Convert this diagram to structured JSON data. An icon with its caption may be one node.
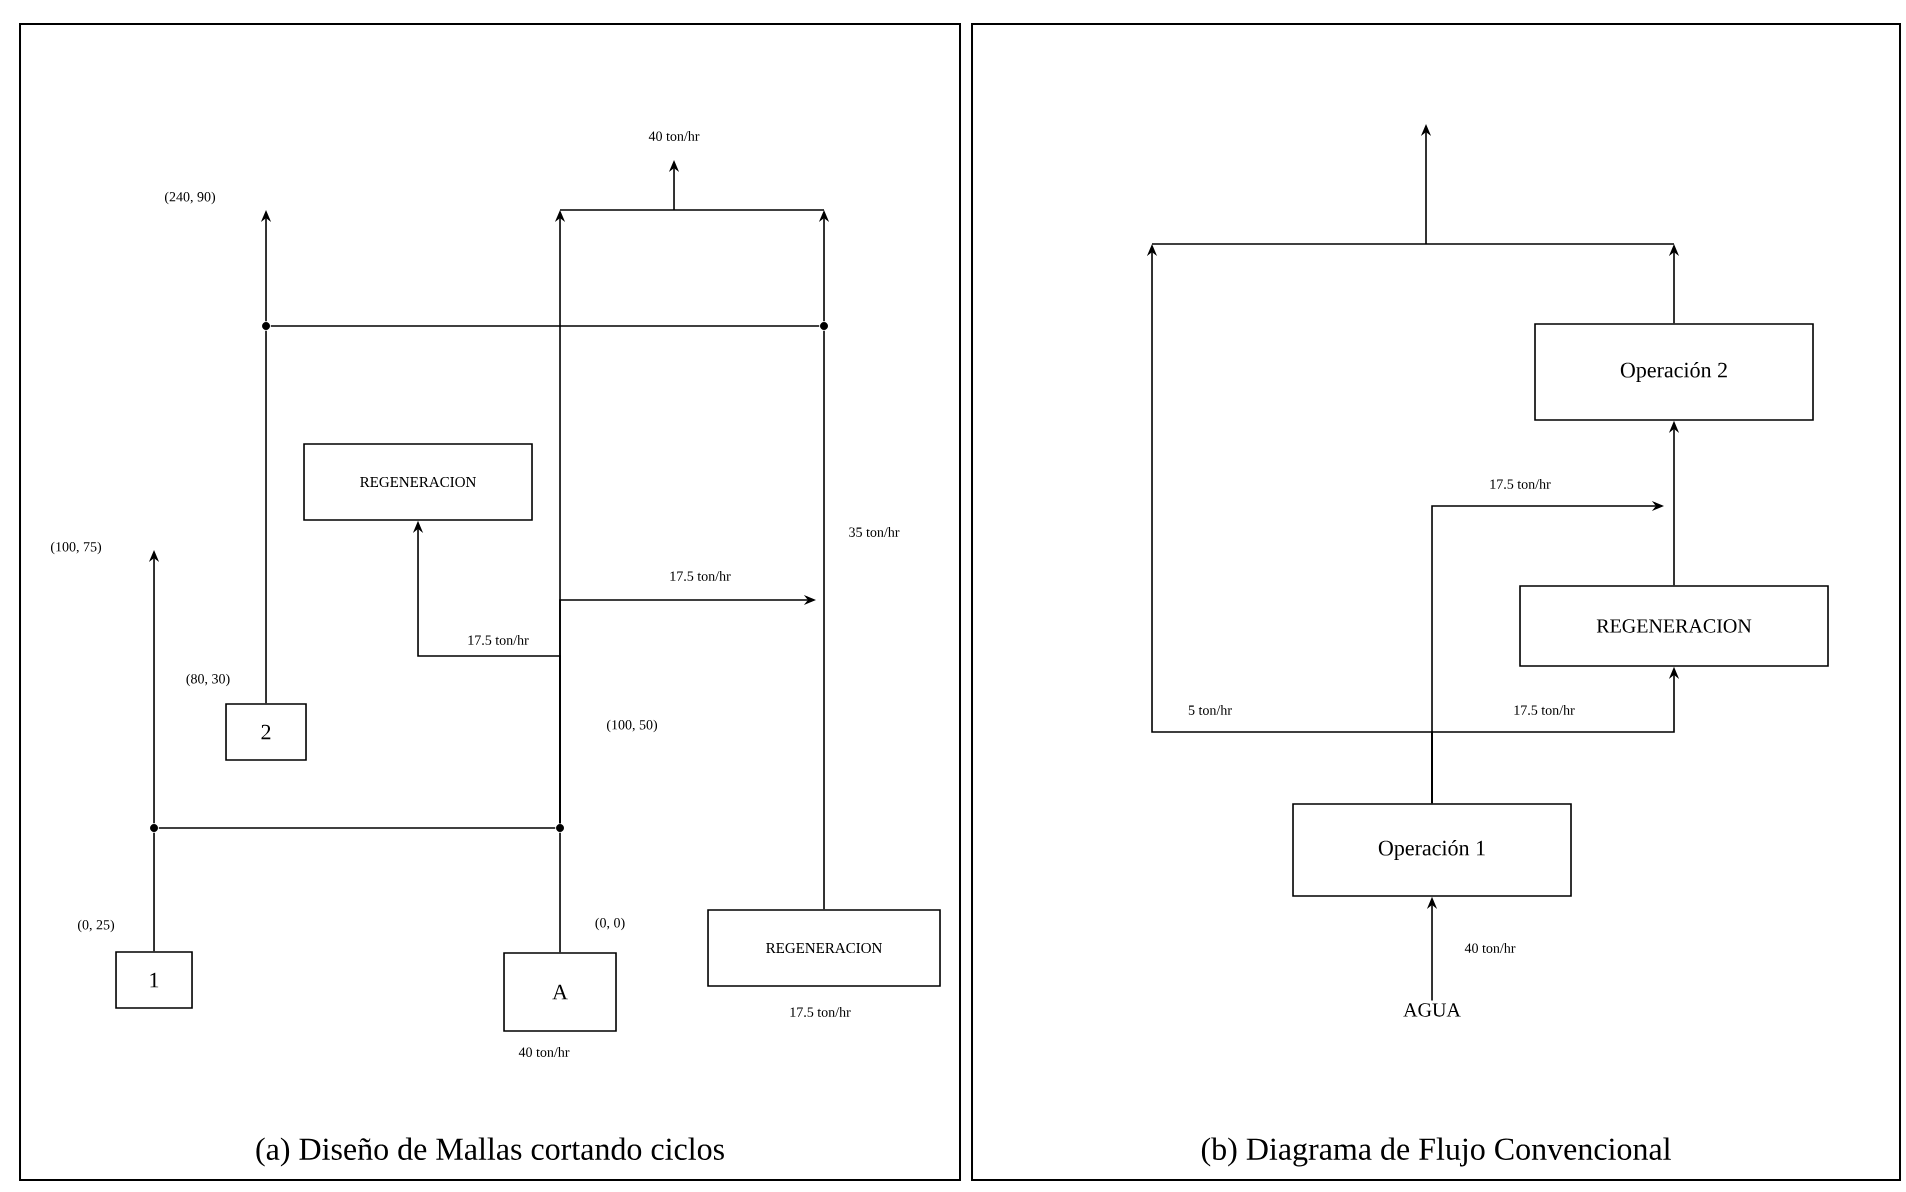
{
  "diagram": {
    "nodes": [
      {
        "text": [
          "(a) Diseño de Mallas cortando ciclos"
        ]
      },
      {
        "text": [
          "REGENERACION"
        ],
        "in": 0
      },
      {
        "text": [
          "2"
        ],
        "in": 0
      },
      {
        "text": [
          "1"
        ],
        "in": 0
      },
      {
        "text": [
          "A"
        ],
        "in": 0,
        "beside": [
          "40 ton/hr"
        ]
      },
      {
        "text": [
          "REGENERACION"
        ],
        "in": 0,
        "beside": [
          "17.5 ton/hr"
        ]
      },
      {
        "text": [],
        "shape": "circle",
        "in": 0
      },
      {
        "text": [],
        "shape": "circle",
        "in": 0
      },
      {
        "text": [],
        "shape": "circle",
        "in": 0
      },
      {
        "text": [],
        "shape": "circle",
        "in": 0
      },
      {
        "text": [
          "(b) Diagrama de Flujo Convencional"
        ]
      },
      {
        "text": [
          "Operación 2"
        ],
        "in": 10
      },
      {
        "text": [
          "REGENERACION"
        ],
        "in": 10
      },
      {
        "text": [
          "Operación 1"
        ],
        "in": 10
      },
      {
        "text": [
          "AGUA"
        ],
        "in": 10
      }
    ],
    "edges": [
      {
        "from": 3,
        "to": 8,
        "arrow": "none",
        "label": "(0, 25)"
      },
      {
        "from": 8,
        "to": null,
        "arrow": "to",
        "label": "(100, 75)"
      },
      {
        "from": 8,
        "to": 9,
        "arrow": "none"
      },
      {
        "from": 4,
        "to": 9,
        "arrow": "none",
        "label": "(0, 0)"
      },
      {
        "from": 9,
        "to": null,
        "arrow": "to",
        "label": "(100, 50)"
      },
      {
        "from": 9,
        "to": 1,
        "arrow": "to",
        "label": "17.5 ton/hr"
      },
      {
        "from": 9,
        "to": null,
        "arrow": "to",
        "label": "17.5 ton/hr"
      },
      {
        "from": 5,
        "to": 7,
        "arrow": "none",
        "label": "35 ton/hr"
      },
      {
        "from": 7,
        "to": null,
        "arrow": "to"
      },
      {
        "from": 2,
        "to": 6,
        "arrow": "none",
        "label": "(80, 30)"
      },
      {
        "from": 6,
        "to": null,
        "arrow": "to",
        "label": "(240, 90)"
      },
      {
        "from": 6,
        "to": 7,
        "arrow": "none"
      },
      {
        "from": 14,
        "to": 13,
        "arrow": "to",
        "label": "40 ton/hr"
      },
      {
        "from": 13,
        "to": 12,
        "arrow": "to",
        "label": "17.5 ton/hr"
      },
      {
        "from": 13,
        "to": null,
        "arrow": "to",
        "label": "5 ton/hr"
      },
      {
        "from": 13,
        "to": null,
        "arrow": "to",
        "label": "17.5 ton/hr"
      },
      {
        "from": 12,
        "to": 11,
        "arrow": "to"
      },
      {
        "from": 11,
        "to": null,
        "arrow": "to"
      }
    ],
    "labels": [
      "40 ton/hr"
    ]
  }
}
